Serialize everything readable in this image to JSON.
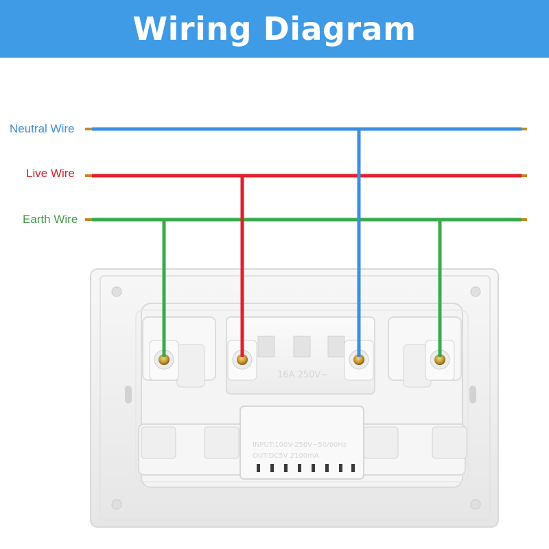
{
  "header": {
    "title": "Wiring Diagram",
    "background": "#3f9be6"
  },
  "wires": [
    {
      "id": "neutral",
      "label": "Neutral Wire",
      "color": "#3a8fe0",
      "label_color": "#3a8fe0"
    },
    {
      "id": "live",
      "label": "Live Wire",
      "color": "#e0202c",
      "label_color": "#d0202a"
    },
    {
      "id": "earth",
      "label": "Earth Wire",
      "color": "#3aaa4a",
      "label_color": "#3f9a45"
    }
  ],
  "socket": {
    "rating_text": "16A 250V~",
    "input_spec": "INPUT:100V-250V~50/60Hz",
    "output_spec": "OUT:DC5V 2100mA",
    "terminal_order": [
      "earth",
      "live",
      "neutral",
      "earth"
    ]
  }
}
